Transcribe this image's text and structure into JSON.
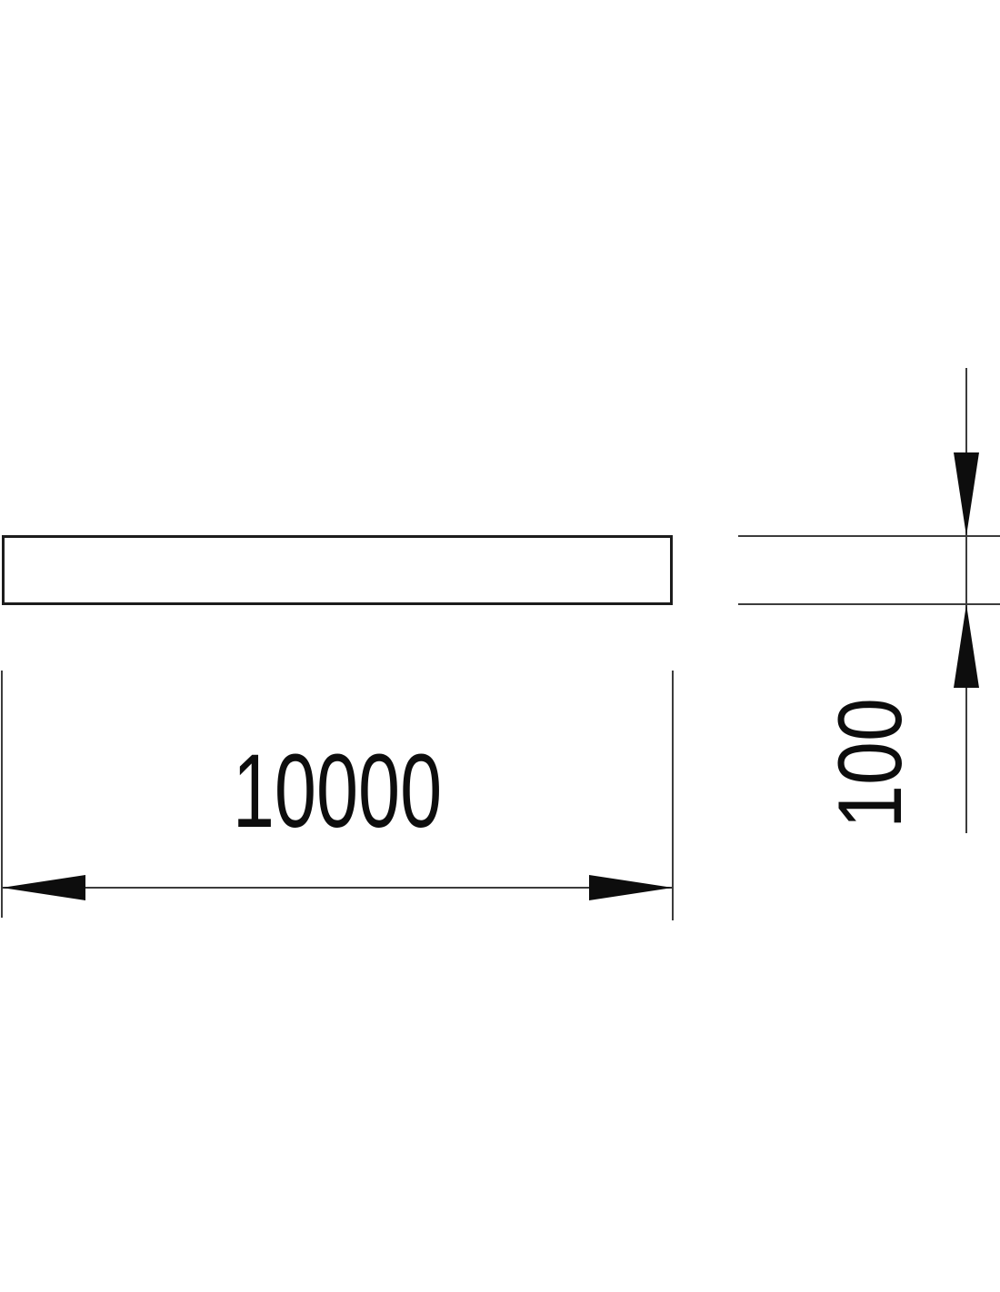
{
  "colors": {
    "background": "#ffffff",
    "thin-line": "#3c3c3c",
    "outline": "#1c1c1c",
    "ink": "#0d0d0d"
  },
  "drawing": {
    "kind": "technical-dimension-drawing",
    "part": {
      "description_label": ""
    },
    "dimensions": {
      "length": {
        "value": "10000"
      },
      "height": {
        "value": "100"
      }
    },
    "icons": {
      "arrowhead-left": "css-triangle-pointing-left",
      "arrowhead-right": "css-triangle-pointing-right",
      "arrowhead-down": "css-triangle-pointing-down",
      "arrowhead-up": "css-triangle-pointing-up"
    }
  }
}
